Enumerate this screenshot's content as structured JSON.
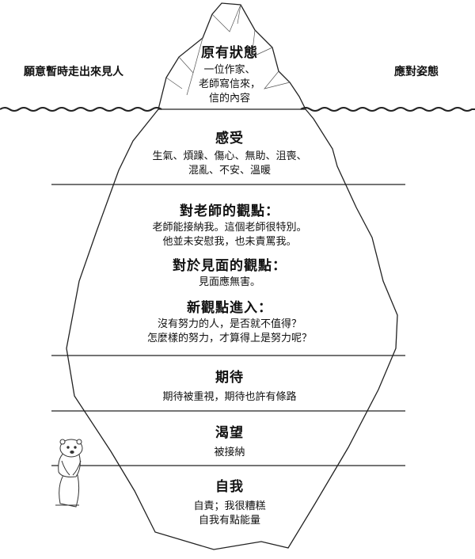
{
  "side_labels": {
    "left": "願意暫時走出來見人",
    "right": "應對姿態"
  },
  "layers": [
    {
      "id": "original-state",
      "title": "原有狀態",
      "lines": [
        "一位作家、",
        "老師寫信來，",
        "信的內容"
      ]
    },
    {
      "id": "feelings",
      "title": "感受",
      "lines": [
        "生氣、煩躁、傷心、無助、沮喪、",
        "混亂、不安、溫暖"
      ]
    },
    {
      "id": "perceptions",
      "sections": [
        {
          "title": "對老師的觀點：",
          "lines": [
            "老師能接納我。這個老師很特別。",
            "他並未安慰我，也未責罵我。"
          ]
        },
        {
          "title": "對於見面的觀點：",
          "lines": [
            "見面應無害。"
          ]
        },
        {
          "title": "新觀點進入：",
          "lines": [
            "沒有努力的人，是否就不值得？",
            "怎麼樣的努力，才算得上是努力呢？"
          ]
        }
      ]
    },
    {
      "id": "expectations",
      "title": "期待",
      "lines": [
        "期待被重視，期待也許有條路"
      ]
    },
    {
      "id": "yearning",
      "title": "渴望",
      "lines": [
        "被接納"
      ]
    },
    {
      "id": "self",
      "title": "自我",
      "lines": [
        "自責；我很糟糕",
        "自我有點能量"
      ]
    }
  ]
}
